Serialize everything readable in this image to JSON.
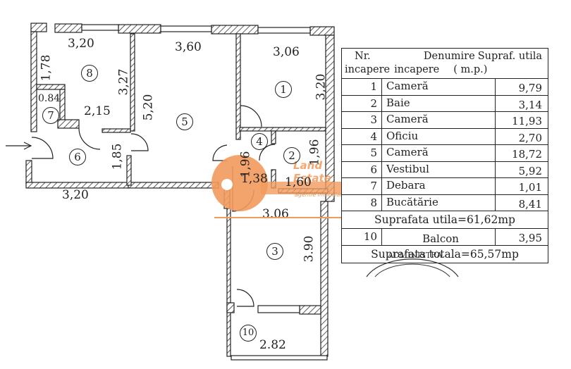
{
  "floor_plan": {
    "rooms": [
      {
        "nr": "1",
        "dims": [
          "3,06",
          "3,20"
        ]
      },
      {
        "nr": "2",
        "dims": [
          "1,60",
          "1,96"
        ]
      },
      {
        "nr": "3",
        "dims": [
          "3.06",
          "3.90"
        ]
      },
      {
        "nr": "4",
        "dims": [
          "1,38",
          "1,96"
        ]
      },
      {
        "nr": "5",
        "dims": [
          "3,60",
          "5,20"
        ]
      },
      {
        "nr": "6",
        "dims": [
          "3,20",
          "1,85"
        ]
      },
      {
        "nr": "7",
        "dims": [
          "0.84"
        ]
      },
      {
        "nr": "8",
        "dims": [
          "3,20",
          "1,78",
          "3,27",
          "2,15"
        ]
      },
      {
        "nr": "10",
        "dims": [
          "2.82"
        ]
      }
    ],
    "entrance_icon": "arrow-right-icon"
  },
  "table": {
    "header": {
      "col1_line1": "Nr.",
      "col1_line2": "incapere",
      "col2_line1": "Denumire",
      "col2_line2": "incapere",
      "col3_line1": "Supraf. utila",
      "col3_line2": "( m.p.)"
    },
    "rows": [
      {
        "nr": "1",
        "name": "Cameră",
        "area": "9,79"
      },
      {
        "nr": "2",
        "name": "Baie",
        "area": "3,14"
      },
      {
        "nr": "3",
        "name": "Cameră",
        "area": "11,93"
      },
      {
        "nr": "4",
        "name": "Oficiu",
        "area": "2,70"
      },
      {
        "nr": "5",
        "name": "Cameră",
        "area": "18,72"
      },
      {
        "nr": "6",
        "name": "Vestibul",
        "area": "5,92"
      },
      {
        "nr": "7",
        "name": "Debara",
        "area": "1,01"
      },
      {
        "nr": "8",
        "name": "Bucătărie",
        "area": "8,41"
      }
    ],
    "suprafata_utila": "Suprafata utila=61,62mp",
    "balcon": {
      "nr": "10",
      "name": "Balcon",
      "area": "3,95"
    },
    "suprafata_totala": "Suprafata totala=65,57mp"
  },
  "stamp": {
    "text": "ADMINISTRA"
  },
  "watermark": {
    "line1": "Land Estate",
    "line2": "agentie imobiliara",
    "color": "#f29a5c"
  }
}
